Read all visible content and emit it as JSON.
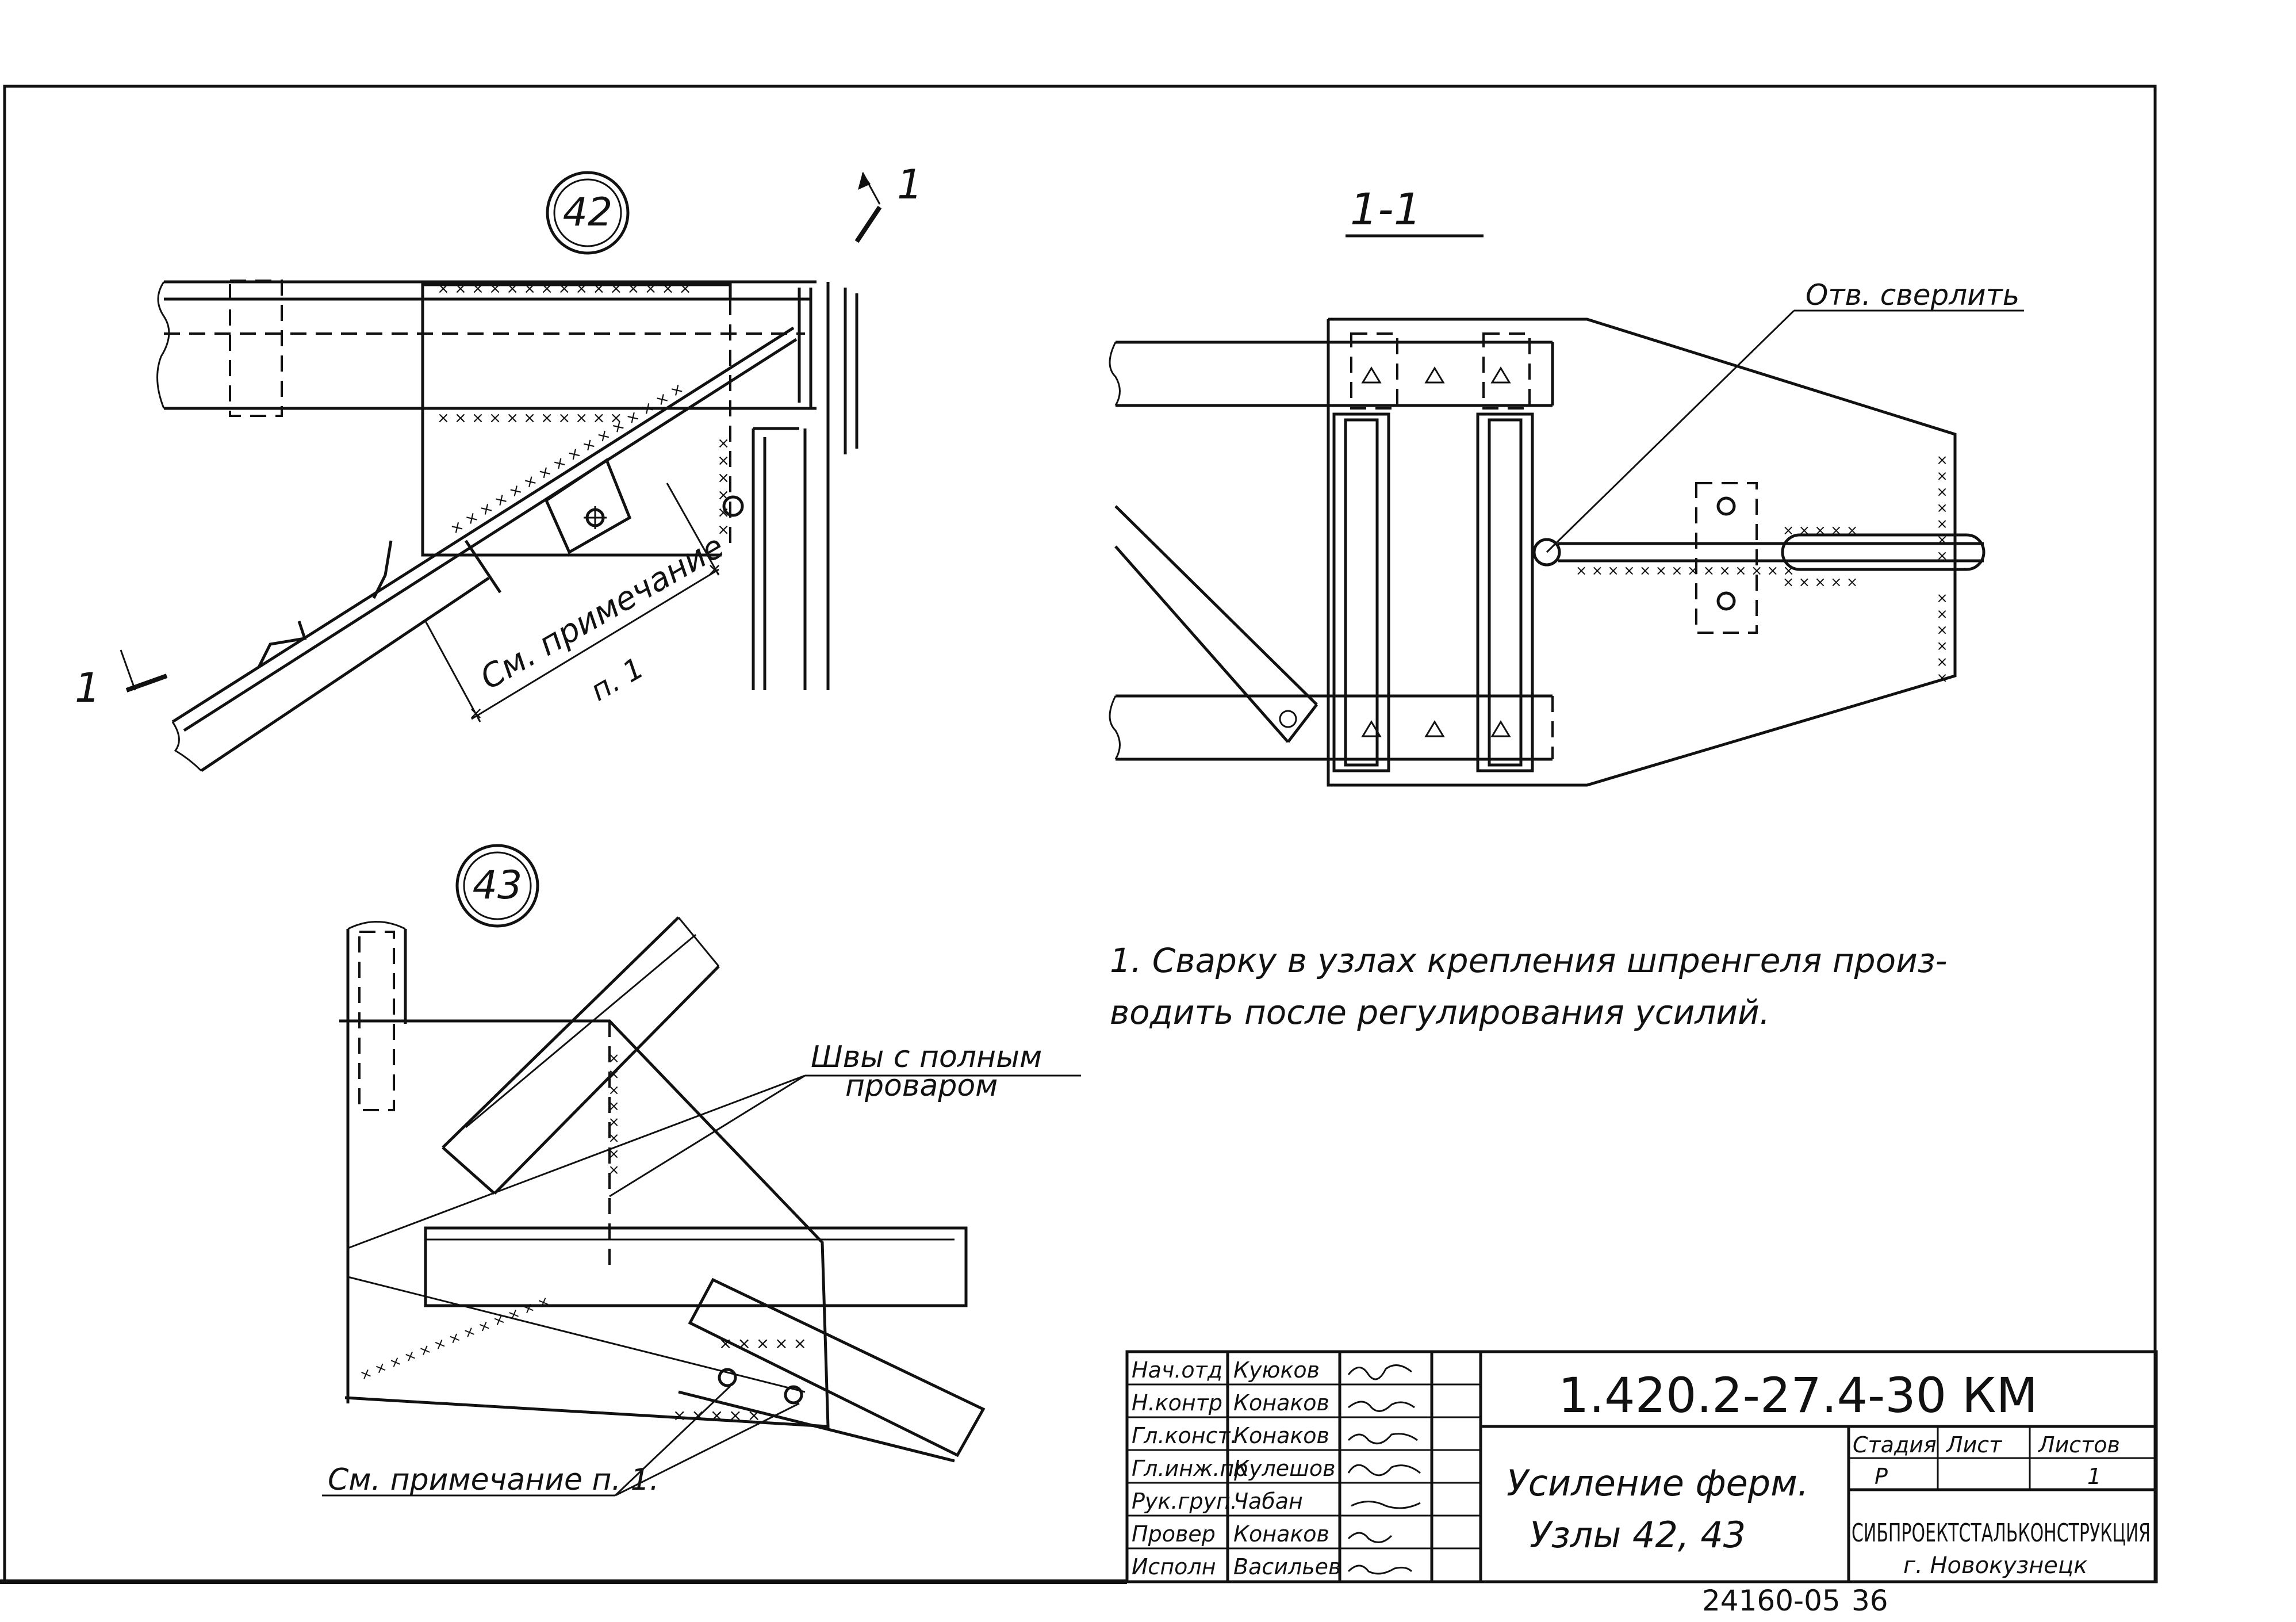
{
  "nodes": {
    "node42": {
      "label": "42"
    },
    "node43": {
      "label": "43"
    },
    "section": {
      "label": "1-1"
    },
    "section_mark_top": "1",
    "section_mark_left": "1"
  },
  "callouts": {
    "note_ref_42": {
      "line1": "См. примечание",
      "line2": "п. 1"
    },
    "drill_hole": "Отв. сверлить",
    "full_penetration": {
      "line1": "Швы с полным",
      "line2": "проваром"
    },
    "note_ref_43": "См. примечание п. 1."
  },
  "note": {
    "line1": "1. Сварку в узлах крепления шпренгеля произ-",
    "line2": "водить после регулирования усилий."
  },
  "title_block": {
    "code": "1.420.2-27.4-30 КМ",
    "title_line1": "Усиление ферм.",
    "title_line2": "Узлы 42, 43",
    "org_line1": "СИБПРОЕКТСТАЛЬКОНСТРУКЦИЯ",
    "org_line2": "г. Новокузнецк",
    "stage_header": "Стадия",
    "sheet_header": "Лист",
    "sheets_header": "Листов",
    "stage_value": "Р",
    "sheet_value": "",
    "sheets_value": "1",
    "signers": [
      {
        "role": "Нач.отд",
        "name": "Куюков"
      },
      {
        "role": "Н.контр",
        "name": "Конаков"
      },
      {
        "role": "Гл.конст.",
        "name": "Конаков"
      },
      {
        "role": "Гл.инж.пр",
        "name": "Кулешов"
      },
      {
        "role": "Рук.груп.",
        "name": "Чабан"
      },
      {
        "role": "Провер",
        "name": "Конаков"
      },
      {
        "role": "Исполн",
        "name": "Васильев"
      }
    ]
  },
  "footer": {
    "archive_no": "24160-05",
    "page_no": "36"
  }
}
